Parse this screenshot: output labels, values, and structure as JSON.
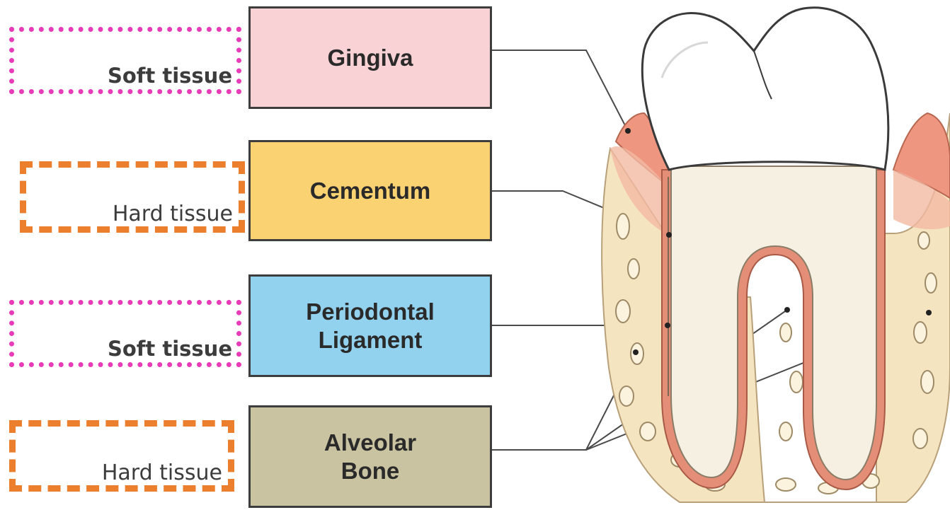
{
  "tissue_tags": [
    {
      "text": "Soft tissue",
      "kind": "soft"
    },
    {
      "text": "Hard tissue",
      "kind": "hard"
    },
    {
      "text": "Soft tissue",
      "kind": "soft"
    },
    {
      "text": "Hard tissue",
      "kind": "hard"
    }
  ],
  "labels": [
    {
      "lines": [
        "Gingiva"
      ],
      "color": "#f8d2d5"
    },
    {
      "lines": [
        "Cementum"
      ],
      "color": "#fbd271"
    },
    {
      "lines": [
        "Periodontal",
        "Ligament"
      ],
      "color": "#92d2ef"
    },
    {
      "lines": [
        "Alveolar",
        "Bone"
      ],
      "color": "#c9c3a1"
    }
  ],
  "colors": {
    "soft_border": "#e83bb8",
    "hard_border": "#ec7f2e",
    "enamel": "#ffffff",
    "dentin": "#f6f0e2",
    "gum": "#ee9680",
    "bone": "#f5e4c0",
    "ligament": "#e48e78"
  }
}
